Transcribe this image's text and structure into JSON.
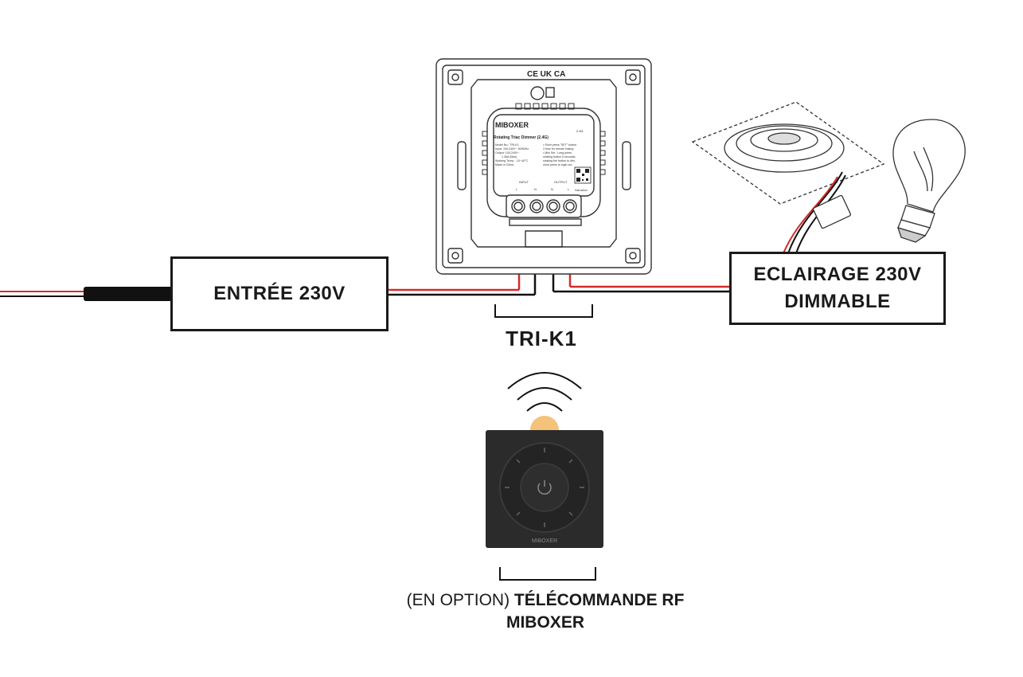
{
  "boxes": {
    "input": {
      "label": "ENTRÉE 230V"
    },
    "lighting": {
      "line1": "ECLAIRAGE 230V",
      "line2": "DIMMABLE"
    }
  },
  "device": {
    "name": "TRI-K1",
    "brand": "MIBOXER",
    "model_title": "Rotating Triac Dimmer (2.4G)",
    "cert_marks": "CE UK CA",
    "wireless_badge": "2.4G",
    "spec_lines": [
      "Model No.: TRI-K1",
      "Input: 100-240V~ 50/60Hz",
      "Output: 100-240V~",
      "1.36A (Max)",
      "Working Temp.: -10~40°C",
      "Made in China"
    ],
    "note_lines": [
      "• Short press \"SET\" button",
      "  3 time for remote linking",
      "• Mini Set : Long press",
      "  rotating button 5 seconds,",
      "  rotating the button to dim,",
      "  short press to login out."
    ],
    "input_label": "INPUT",
    "output_label": "OUTPUT",
    "terminals": [
      "L",
      "N",
      "N",
      "L"
    ],
    "instruction_label": "Instruction"
  },
  "remote": {
    "option_text": "(EN OPTION)",
    "name_line1": "TÉLÉCOMMANDE RF",
    "name_line2": "MIBOXER",
    "brand": "MIBOXER"
  },
  "colors": {
    "wire_red": "#d42b2b",
    "wire_black": "#111111",
    "remote_body": "#2b2b2b",
    "signal_dot": "#f4c27a"
  },
  "icons": [
    "wifi-signal-icon",
    "power-icon",
    "bulb-icon",
    "downlight-icon"
  ]
}
